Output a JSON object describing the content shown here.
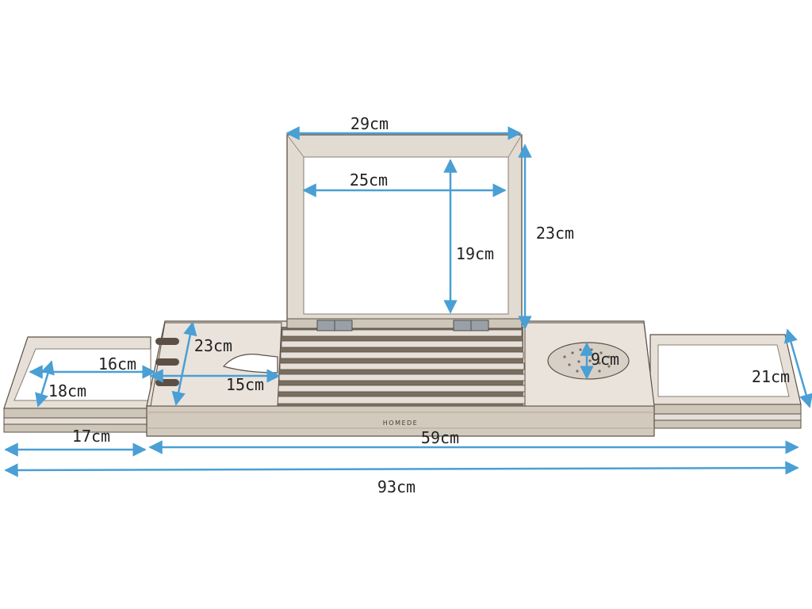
{
  "product": {
    "brand": "HOMEDE"
  },
  "colors": {
    "arrow": "#4a9fd4",
    "wood_light": "#e6e0d8",
    "wood_mid": "#cfc6ba",
    "wood_dark": "#a99d8f",
    "outline": "#5c5046"
  },
  "dimensions": {
    "stand_width": "29cm",
    "stand_inner_width": "25cm",
    "stand_inner_height": "19cm",
    "stand_height": "23cm",
    "left_extension_width": "16cm",
    "left_extension_depth": "18cm",
    "left_extension_length": "17cm",
    "center_depth": "23cm",
    "cutout_width": "15cm",
    "soap_dish_diameter": "9cm",
    "right_extension_depth": "21cm",
    "center_length": "59cm",
    "total_length": "93cm"
  }
}
